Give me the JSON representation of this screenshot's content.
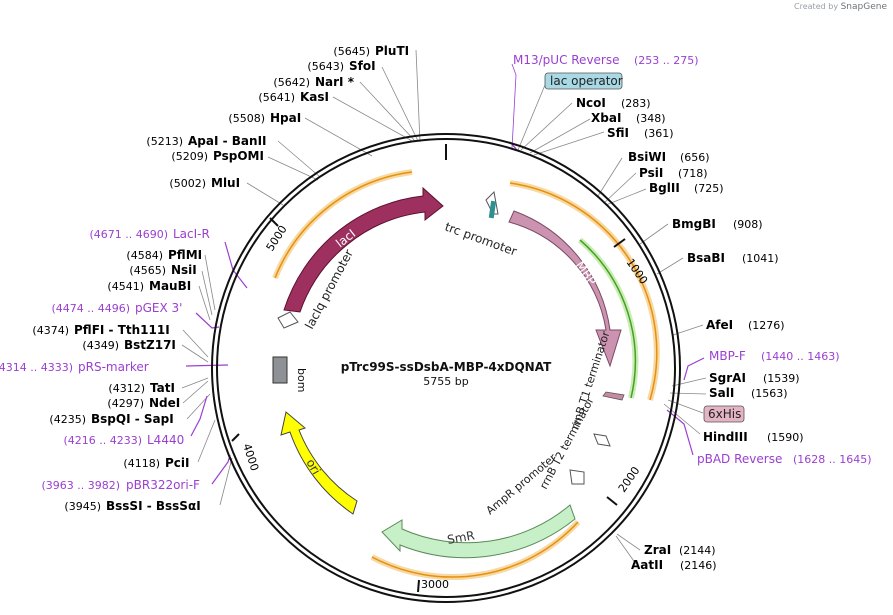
{
  "watermark": {
    "prefix": "Created by",
    "brand": "SnapGene"
  },
  "plasmid": {
    "name": "pTrc99S-ssDsbA-MBP-4xDQNAT",
    "length_label": "5755 bp",
    "length": 5755
  },
  "ruler": {
    "ticks": [
      1000,
      2000,
      3000,
      4000,
      5000
    ]
  },
  "colors": {
    "backbone": "#111111",
    "lacI": "#9e3060",
    "MBP": "#cc93b0",
    "ori": "#ffff00",
    "SmR": "#c8f0c8",
    "bom": "#8e9296",
    "feature_label_purple": "#9a3fd0",
    "primer": "#9a3fd0",
    "orange_arc": "#e8900a",
    "green_arc": "#46a020",
    "lac_operator": "#a9d9e4",
    "sixHis": "#e4b4c4"
  },
  "features": [
    {
      "label": "lacI",
      "type": "arrow"
    },
    {
      "label": "MBP",
      "type": "arrow"
    },
    {
      "label": "SmR",
      "type": "arrow"
    },
    {
      "label": "ori",
      "type": "arrow"
    },
    {
      "label": "bom",
      "type": "box"
    },
    {
      "label": "trc promoter",
      "type": "promoter"
    },
    {
      "label": "lacIq promoter",
      "type": "promoter"
    },
    {
      "label": "rrnB T1 terminator",
      "type": "terminator"
    },
    {
      "label": "rrnB T2 terminator",
      "type": "terminator"
    },
    {
      "label": "AmpR promoter",
      "type": "promoter"
    }
  ],
  "right_labels": [
    {
      "kind": "primer",
      "name": "M13/pUC Reverse",
      "range": "(253 .. 275)"
    },
    {
      "kind": "box",
      "name": "lac operator",
      "color": "#a9d9e4"
    },
    {
      "kind": "site",
      "name": "NcoI",
      "pos": "(283)"
    },
    {
      "kind": "site",
      "name": "XbaI",
      "pos": "(348)"
    },
    {
      "kind": "site",
      "name": "SfiI",
      "pos": "(361)"
    },
    {
      "kind": "site",
      "name": "BsiWI",
      "pos": "(656)"
    },
    {
      "kind": "site",
      "name": "PsiI",
      "pos": "(718)"
    },
    {
      "kind": "site",
      "name": "BglII",
      "pos": "(725)"
    },
    {
      "kind": "site",
      "name": "BmgBI",
      "pos": "(908)"
    },
    {
      "kind": "site",
      "name": "BsaBI",
      "pos": "(1041)"
    },
    {
      "kind": "site",
      "name": "AfeI",
      "pos": "(1276)"
    },
    {
      "kind": "primer",
      "name": "MBP-F",
      "range": "(1440 .. 1463)"
    },
    {
      "kind": "site",
      "name": "SgrAI",
      "pos": "(1539)"
    },
    {
      "kind": "site",
      "name": "SalI",
      "pos": "(1563)"
    },
    {
      "kind": "box",
      "name": "6xHis",
      "color": "#e4b4c4"
    },
    {
      "kind": "site",
      "name": "HindIII",
      "pos": "(1590)"
    },
    {
      "kind": "primer",
      "name": "pBAD Reverse",
      "range": "(1628 .. 1645)"
    },
    {
      "kind": "site",
      "name": "ZraI",
      "pos": "(2144)"
    },
    {
      "kind": "site",
      "name": "AatII",
      "pos": "(2146)"
    }
  ],
  "left_labels": [
    {
      "kind": "site",
      "name": "PluTI",
      "pos": "(5645)"
    },
    {
      "kind": "site",
      "name": "SfoI",
      "pos": "(5643)"
    },
    {
      "kind": "site",
      "name": "NarI *",
      "pos": "(5642)"
    },
    {
      "kind": "site",
      "name": "KasI",
      "pos": "(5641)"
    },
    {
      "kind": "site",
      "name": "HpaI",
      "pos": "(5508)"
    },
    {
      "kind": "site",
      "name": "ApaI  -  BanII",
      "pos": "(5213)"
    },
    {
      "kind": "site",
      "name": "PspOMI",
      "pos": "(5209)"
    },
    {
      "kind": "site",
      "name": "MluI",
      "pos": "(5002)"
    },
    {
      "kind": "primer",
      "name": "LacI-R",
      "range": "(4671 .. 4690)"
    },
    {
      "kind": "site",
      "name": "PflMI",
      "pos": "(4584)"
    },
    {
      "kind": "site",
      "name": "NsiI",
      "pos": "(4565)"
    },
    {
      "kind": "site",
      "name": "MauBI",
      "pos": "(4541)"
    },
    {
      "kind": "primer",
      "name": "pGEX 3'",
      "range": "(4474 .. 4496)"
    },
    {
      "kind": "site",
      "name": "PflFI  -  Tth111I",
      "pos": "(4374)"
    },
    {
      "kind": "site",
      "name": "BstZ17I",
      "pos": "(4349)"
    },
    {
      "kind": "primer",
      "name": "pRS-marker",
      "range": "(4314 .. 4333)"
    },
    {
      "kind": "site",
      "name": "TatI",
      "pos": "(4312)"
    },
    {
      "kind": "site",
      "name": "NdeI",
      "pos": "(4297)"
    },
    {
      "kind": "site",
      "name": "BspQI  -  SapI",
      "pos": "(4235)"
    },
    {
      "kind": "primer",
      "name": "L4440",
      "range": "(4216 .. 4233)"
    },
    {
      "kind": "site",
      "name": "PciI",
      "pos": "(4118)"
    },
    {
      "kind": "primer",
      "name": "pBR322ori-F",
      "range": "(3963 .. 3982)"
    },
    {
      "kind": "site",
      "name": "BssSI  -  BssSαI",
      "pos": "(3945)"
    }
  ]
}
